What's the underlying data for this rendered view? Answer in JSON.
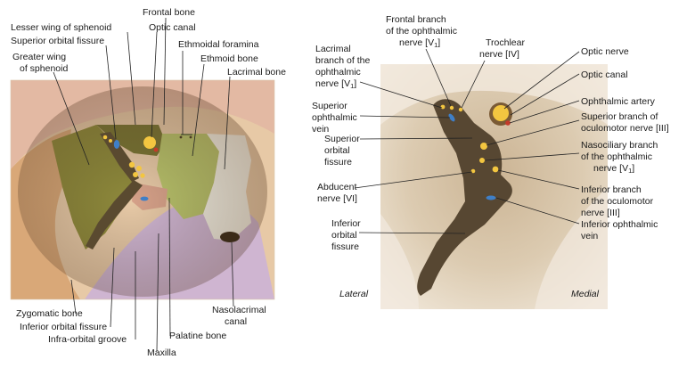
{
  "colors": {
    "skull_bone": "#e7c9a6",
    "frontal": "#e3b9a3",
    "sphenoid": "#8f8a3c",
    "ethmoid": "#b9c26b",
    "lacrimal": "#f3efe2",
    "maxilla": "#cfb5d1",
    "zygomatic": "#d9a878",
    "palatine": "#d6a189",
    "fissure_dark": "#5a4a30",
    "nerve": "#f3c640",
    "vein": "#3f7fc7",
    "artery": "#c43a2a",
    "apex_bg": "#efe4d3",
    "apex_cone": "#a88f6d",
    "apex_fissure": "#574732"
  },
  "left_labels": {
    "frontal_bone": "Frontal bone",
    "lesser_wing": "Lesser wing of sphenoid",
    "superior_orbital_fissure": "Superior orbital fissure",
    "optic_canal": "Optic canal",
    "ethmoidal_foramina": "Ethmoidal foramina",
    "ethmoid_bone": "Ethmoid bone",
    "lacrimal_bone": "Lacrimal bone",
    "greater_wing_1": "Greater wing",
    "greater_wing_2": "of sphenoid",
    "zygomatic_bone": "Zygomatic bone",
    "inferior_orbital_fissure": "Inferior orbital fissure",
    "infraorbital_groove": "Infra-orbital groove",
    "maxilla": "Maxilla",
    "palatine_bone": "Palatine bone",
    "nasolacrimal_1": "Nasolacrimal",
    "nasolacrimal_2": "canal"
  },
  "right_labels": {
    "frontal_branch_1": "Frontal branch",
    "frontal_branch_2": "of the ophthalmic",
    "frontal_branch_3": "nerve [V",
    "frontal_branch_sub": "1",
    "frontal_branch_end": "]",
    "trochlear_1": "Trochlear",
    "trochlear_2": "nerve [IV]",
    "lacrimal_branch_1": "Lacrimal",
    "lacrimal_branch_2": "branch of the",
    "lacrimal_branch_3": "ophthalmic",
    "lacrimal_branch_4": "nerve [V",
    "lacrimal_branch_sub": "1",
    "lacrimal_branch_end": "]",
    "optic_nerve": "Optic nerve",
    "optic_canal": "Optic canal",
    "ophthalmic_artery": "Ophthalmic artery",
    "sup_branch_1": "Superior branch of",
    "sup_branch_2": "oculomotor nerve [III]",
    "sov_1": "Superior",
    "sov_2": "ophthalmic",
    "sov_3": "vein",
    "sof_1": "Superior",
    "sof_2": "orbital",
    "sof_3": "fissure",
    "nasociliary_1": "Nasociliary branch",
    "nasociliary_2": "of the ophthalmic",
    "nasociliary_3": "nerve [V",
    "nasociliary_sub": "1",
    "nasociliary_end": "]",
    "abducent_1": "Abducent",
    "abducent_2": "nerve [VI]",
    "inf_branch_1": "Inferior branch",
    "inf_branch_2": "of the oculomotor",
    "inf_branch_3": "nerve [III]",
    "iof_1": "Inferior",
    "iof_2": "orbital",
    "iof_3": "fissure",
    "iov_1": "Inferior ophthalmic",
    "iov_2": "vein",
    "lateral": "Lateral",
    "medial": "Medial"
  }
}
